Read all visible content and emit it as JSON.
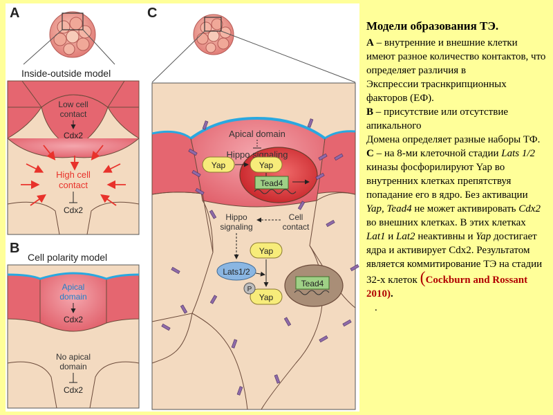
{
  "panels": {
    "a": {
      "letter": "A",
      "title": "Inside-outside model",
      "low": [
        "Low cell",
        "contact"
      ],
      "cdx_top": "Cdx2",
      "high": [
        "High cell",
        "contact"
      ],
      "cdx_bottom": "Cdx2"
    },
    "b": {
      "letter": "B",
      "title": "Cell polarity model",
      "apical": [
        "Apical",
        "domain"
      ],
      "cdx_top": "Cdx2",
      "no_apical": [
        "No apical",
        "domain"
      ],
      "cdx_bottom": "Cdx2"
    },
    "c": {
      "letter": "C",
      "apical": "Apical domain",
      "hippo_top": "Hippo signaling",
      "yap": "Yap",
      "tead4": "Tead4",
      "hippo_mid": [
        "Hippo",
        "signaling"
      ],
      "cell_contact": [
        "Cell",
        "contact"
      ],
      "lats": "Lats1/2",
      "p": "P"
    }
  },
  "text": {
    "title": "Модели образования ТЭ.",
    "a_letter": "А",
    "a_body": " – внутренние и внешние клетки имеют разное количество контактов, что определяет различия в",
    "a_body2": "Экспрессии траснкрипционных факторов (ЕФ).",
    "b_letter": "В",
    "b_body": " – присутствие или отсутствие апикального",
    "b_body2": "Домена определяет разные наборы ТФ.",
    "c_letter": "С",
    "c_1": " – на 8-ми клеточной стадии ",
    "c_lats": "Lats 1/2",
    "c_2": " киназы фосфорилируют Yap во внутренних клетках препятствуя попадание его в ядро. Без активации ",
    "c_yap": "Yap",
    "c_comma": ", ",
    "c_tead": "Tead4",
    "c_3": " не может активировать ",
    "c_cdx": "Cdx2",
    "c_4": " во внешних клетках. В этих клетках ",
    "c_lat1": "Lat1",
    "c_and": " и ",
    "c_lat2": "Lat2",
    "c_5": " неактивны и ",
    "c_yap2": "Yap",
    "c_6": " достигает ядра и активирует Cdx2. Результатом является коммитирование ТЭ на стадии 32-х клеток ",
    "ref_open": "(",
    "ref": "Cockburn and Rossant 2010)",
    "end": ".",
    "dot": "."
  },
  "colors": {
    "outer_cell": "#e56670",
    "inner_cell": "#f3dac0",
    "apical": "#29a8e0",
    "yap": "#f7ec7a",
    "tead4": "#9fd086",
    "lats": "#8ab6e2",
    "junction": "#8e6aa8",
    "arrow_red": "#e8322b",
    "blue_text": "#1f7fc8"
  }
}
